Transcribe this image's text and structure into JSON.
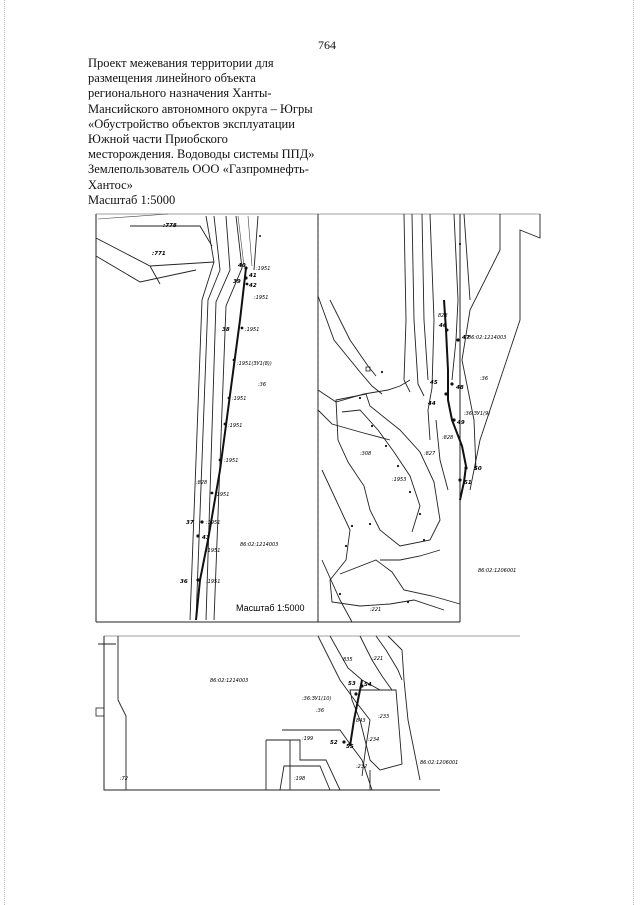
{
  "page_number": "764",
  "title_lines": [
    "Проект межевания территории для",
    "размещения линейного объекта",
    "регионального назначения Ханты-",
    "Мансийского автономного округа – Югры",
    "«Обустройство объектов эксплуатации",
    "Южной части Приобского",
    "месторождения. Водоводы системы ППД»",
    "Землепользователь  ООО «Газпромнефть-",
    "Хантос»",
    "Масштаб 1:5000"
  ],
  "map": {
    "scale_label": "Масштаб 1:5000",
    "panel_left": {
      "labels": [
        ":778",
        ":771",
        ":1951",
        "40",
        "39",
        "41",
        "42",
        ":1951",
        "38",
        ":1951",
        ":1951(ЗУ1(8))",
        ":36",
        ":1951",
        ":1951",
        ":1951",
        ":828",
        ":1951",
        "37",
        ":1951",
        "43",
        ":1951",
        "86:02:1214003",
        "36",
        ":1951"
      ]
    },
    "panel_right": {
      "labels": [
        "828",
        "46",
        "47",
        "86:02:1214003",
        "45",
        "48",
        ":36",
        "44",
        ":36:ЗУ1(9)",
        "49",
        ":828",
        ":308",
        ":827",
        ":1953",
        "50",
        "51",
        "86:02:1206001",
        ":221"
      ]
    },
    "panel_bottom": {
      "labels": [
        "835",
        "86:02:1214003",
        "53",
        "54",
        ":36:ЗУ1(10)",
        ":36",
        "843",
        ":233",
        ":199",
        "52",
        "55",
        ":234",
        ":232",
        "86:02:1206001",
        ":72",
        ":198",
        ":221"
      ]
    }
  }
}
